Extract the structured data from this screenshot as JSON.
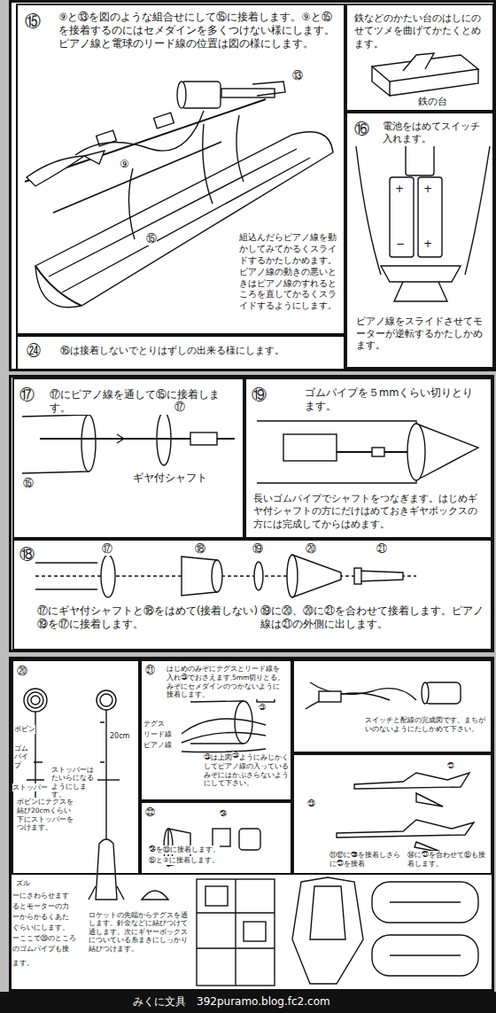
{
  "diagram": {
    "nodes": [
      {
        "text": [
          "⑮",
          "⑨と⑬を図のような組合せにして⑮に接着します。⑨と⑮を接着するのにはセメダインを多くつけない様にします。ピアノ線と電球のリード線の位置は図の様にします。",
          "組込んだらピアノ線を動かしてみてかるくスライドするかたしかめます。ピアノ線の動きの悪いときはピアノ線のすれるところを直してかるくスライドするようにします。"
        ]
      },
      {
        "text": [
          "鉄などのかたい台のはしにのせてツメを曲げてかたくとめます。"
        ]
      },
      {
        "text": [
          "⑯",
          "電池をはめてスイッチ入れます。",
          "ピアノ線をスライドさせてモーターが逆転するかたしかめます。"
        ]
      },
      {
        "text": [
          "㉔",
          "⑯は接着しないでとりはずしの出来る様にします。"
        ]
      },
      {
        "text": [
          "⑰",
          "⑰にピアノ線を通して⑮に接着します。"
        ]
      },
      {
        "text": [
          "⑲",
          "ゴムパイプを５mmくらい切りとります。",
          "長いゴムパイプでシャフトをつなぎます。はじめギヤ付シャフトの方にだけはめておきギヤボックスの方には完成してからはめます。"
        ]
      },
      {
        "text": [
          "⑱",
          "⑰にギヤ付シャフトと⑱をはめて(接着しない)⑲を⑰に接着します。",
          "⑲に⑳、⑳に㉑を合わせて接着します。ピアノ線は㉑の外側に出します。"
        ]
      },
      {
        "text": [
          "⑳",
          "ボビンにテグスを結び20cmくらい下にストッパーをつけます。"
        ]
      },
      {
        "text": [
          "㉑",
          "はじめのみぞにテグスとリード線を入れ㉓でおさえます。㉓はテグスのみぞにセメダインのつかないように接着します。",
          "㉓は上図のようにみじかくしてピアノ線の入っているみぞにはかぶさらないようにして下さい。"
        ]
      },
      {
        "text": [
          "スイッチと配線の完成図です。まちがいのないようにたしかめて下さい。"
        ]
      },
      {
        "text": [
          "㉒",
          "㉔を⑬に接着します。",
          "⑮と②に接着します。"
        ]
      },
      {
        "text": [
          "㉓",
          "⑪⑫に㉖を接着しさらに㉗を接着",
          "⑭に㉗を合わせて⑮も接着します。"
        ]
      }
    ],
    "labels": [
      "⑬",
      "⑨",
      "⑮",
      "鉄の台",
      "+",
      "+",
      "−",
      "+",
      "⑰",
      "⑮",
      "ギヤ付シャフト",
      "⑰",
      "⑱",
      "⑲",
      "⑳",
      "㉑",
      "ボビン",
      "ゴムパイプ",
      "ストッパー",
      "ストッパーはたいらになるようにします。",
      "20cm",
      "ズル",
      "ーにさわらせます",
      "るとモーターの力",
      "ーからかるくあた",
      "ぐらいにします。",
      "ーここで⑳のところ",
      "のゴムパイプも接",
      "ます。",
      "ロケットの先端からテグスを通します。針金などに結びつけて通します。次にギヤーボックスについている糸まきにしっかり結びつけます。",
      "5mm切りとる。",
      "テグス",
      "リード線",
      "ピアノ線",
      "㉓",
      "㉓",
      "㉗",
      "㉔",
      "みくに文具　392puramo.blog.fc2.com"
    ]
  }
}
